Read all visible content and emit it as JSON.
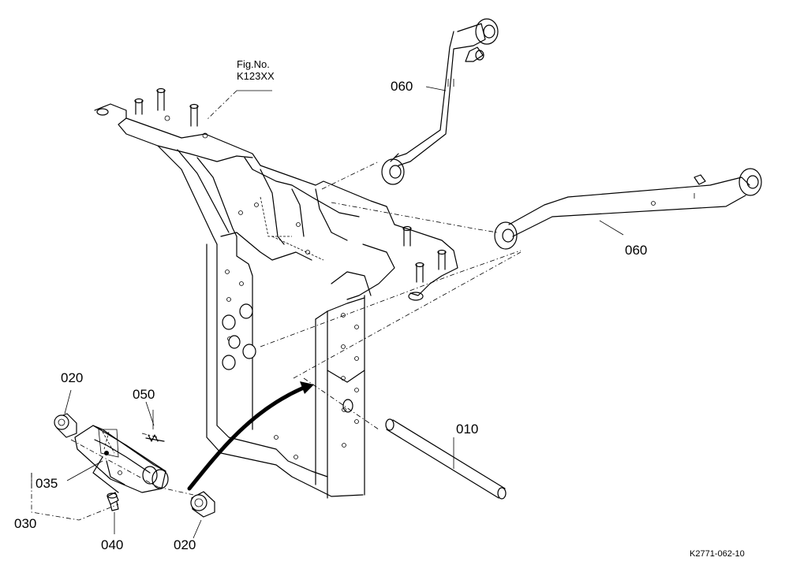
{
  "figure_ref": {
    "line1": "Fig.No.",
    "line2": "K123XX"
  },
  "parts": {
    "p010": "010",
    "p020_top": "020",
    "p020_bottom": "020",
    "p030": "030",
    "p035": "035",
    "p040": "040",
    "p050": "050",
    "p060_upper": "060",
    "p060_right": "060"
  },
  "drawing_code": "K2771-062-10"
}
